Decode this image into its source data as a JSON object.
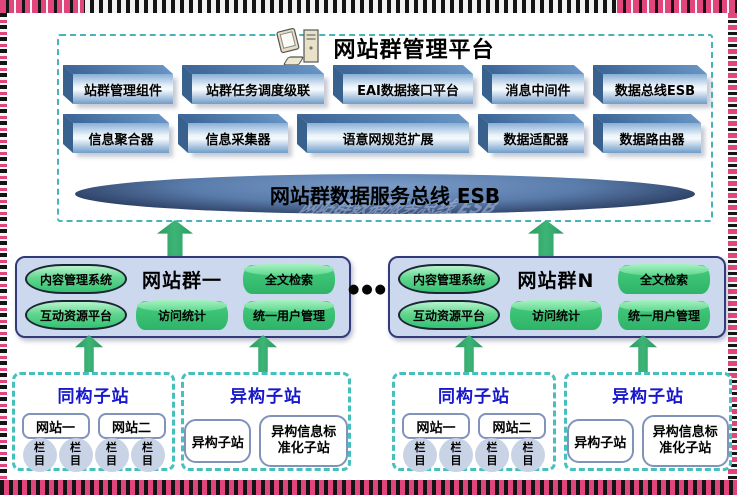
{
  "platform": {
    "title": "网站群管理平台",
    "components_row1": [
      "站群管理组件",
      "站群任务调度级联",
      "EAI数据接口平台",
      "消息中间件",
      "数据总线ESB"
    ],
    "components_row2": [
      "信息聚合器",
      "信息采集器",
      "语意网规范扩展",
      "数据适配器",
      "数据路由器"
    ],
    "esb_bus": "网站群数据服务总线 ESB"
  },
  "ellipsis": "●●●",
  "site_groups": [
    {
      "title": "网站群一",
      "modules": [
        "内容管理系统",
        "全文检索",
        "互动资源平台",
        "访问统计",
        "统一用户管理"
      ]
    },
    {
      "title": "网站群N",
      "modules": [
        "内容管理系统",
        "全文检索",
        "互动资源平台",
        "访问统计",
        "统一用户管理"
      ]
    }
  ],
  "substations": [
    {
      "title": "同构子站",
      "sites": [
        {
          "name": "网站一",
          "columns": [
            "栏目",
            "栏目"
          ]
        },
        {
          "name": "网站二",
          "columns": [
            "栏目",
            "栏目"
          ]
        }
      ]
    },
    {
      "title": "异构子站",
      "nodes": [
        "异构子站",
        "异构信息标准化子站"
      ]
    },
    {
      "title": "同构子站",
      "sites": [
        {
          "name": "网站一",
          "columns": [
            "栏目",
            "栏目"
          ]
        },
        {
          "name": "网站二",
          "columns": [
            "栏目",
            "栏目"
          ]
        }
      ]
    },
    {
      "title": "异构子站",
      "nodes": [
        "异构子站",
        "异构信息标准化子站"
      ]
    }
  ],
  "colors": {
    "teal_dash": "#45c0bf",
    "navy_border": "#333a7a",
    "green_arrow": "#2f9e63",
    "blue_title": "#1717cc",
    "box_blue": "#5d8cbf",
    "frame_pink": "#e0457b",
    "frame_black": "#141414"
  }
}
